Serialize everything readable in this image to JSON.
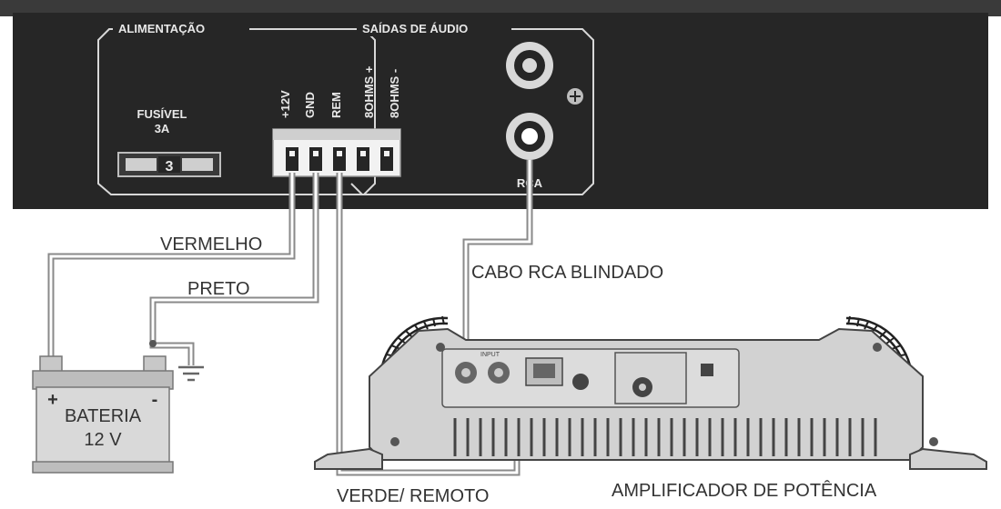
{
  "colors": {
    "panel": "#262626",
    "panel_line": "#d8d8d8",
    "wire": "#8a8a8a",
    "amp_body": "#d2d2d2",
    "battery": "#d9d9d9",
    "text": "#333333"
  },
  "panel": {
    "power_group": "ALIMENTAÇÃO",
    "audio_group": "SAÍDAS DE ÁUDIO",
    "fuse_label_1": "FUSÍVEL",
    "fuse_label_2": "3A",
    "fuse_value": "3",
    "terminals": [
      "+12V",
      "GND",
      "REM",
      "8OHMS +",
      "8OHMS -"
    ],
    "rca_label": "RCA"
  },
  "wires": {
    "red": "VERMELHO",
    "black": "PRETO",
    "remote": "VERDE/ REMOTO",
    "rca_cable": "CABO RCA BLINDADO"
  },
  "battery": {
    "plus": "+",
    "minus": "-",
    "line1": "BATERIA",
    "line2": "12 V"
  },
  "amplifier": {
    "label": "AMPLIFICADOR DE POTÊNCIA",
    "input_label": "INPUT"
  }
}
